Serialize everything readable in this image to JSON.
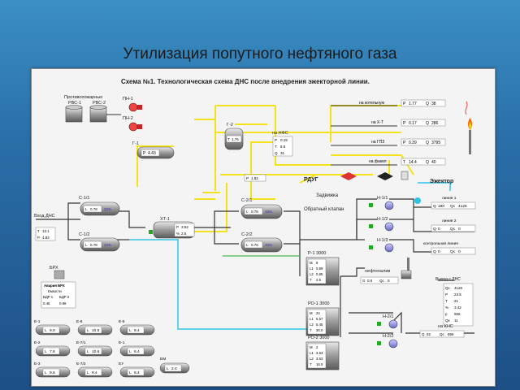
{
  "slide": {
    "title": "Утилизация попутного нефтяного газа"
  },
  "scheme": {
    "title": "Схема №1. Технологическая схема ДНС после внедрения эжекторной линии."
  },
  "tanks": {
    "rvs_label": "Противопожарные",
    "rvs1": "РВС-1",
    "rvs2": "РВС-2"
  },
  "pumps": {
    "pn1": "ПН-1",
    "pn2": "ПН-2"
  },
  "g1": {
    "label": "Г-1",
    "p_name": "P",
    "p": "4.43"
  },
  "g2": {
    "label": "Г-2",
    "t_name": "T",
    "t": "1,76"
  },
  "nfs": {
    "label": "на НФС",
    "rows": [
      [
        "P",
        "0.19"
      ],
      [
        "T",
        "8.8"
      ],
      [
        "Q",
        "31"
      ]
    ]
  },
  "outputs": [
    {
      "label": "на котельную",
      "p": "1.77",
      "q": "38"
    },
    {
      "label": "на Х-Т",
      "p": "0.17",
      "q": "286"
    },
    {
      "label": "на ГПЗ",
      "p": "0.39",
      "q": "3795"
    },
    {
      "label": "на факел",
      "t": "14.4",
      "q": "40"
    }
  ],
  "rdug": "РДУГ",
  "zadvizhka": "Задвижка",
  "obr_klapan": "Обратный клапан",
  "ejector": "Эжектор",
  "inlet": {
    "label": "Вход ДНС",
    "t": "13.1",
    "p": "4.82"
  },
  "c11": {
    "label": "С-1/1",
    "l": "0.78",
    "pct": "33%"
  },
  "c12": {
    "label": "С-1/2",
    "l": "0.78",
    "pct": "33%"
  },
  "xt1": {
    "label": "ХТ-1",
    "p": "3.52",
    "pct": "2.5"
  },
  "p_182": "1.82",
  "c21": {
    "label": "С-2/1",
    "l": "0.78",
    "pct": "33%"
  },
  "c22": {
    "label": "С-2/2",
    "l": "0.76",
    "pct": "33%"
  },
  "h11": "Н-1/1",
  "h12": "Н-1/2",
  "h13": "Н-1/3",
  "line1": {
    "label": "линия 1",
    "q": "180",
    "qc": "4126"
  },
  "line2": {
    "label": "линия 2",
    "q": "0",
    "qc": "0"
  },
  "control": {
    "label": "контрольная линия",
    "q": "0",
    "qc": "0"
  },
  "p1": {
    "label": "Р-1  3000",
    "rows": [
      [
        "M",
        "9"
      ],
      [
        "L1",
        "0.89"
      ],
      [
        "L2",
        "0.85"
      ],
      [
        "T",
        "2.5"
      ]
    ]
  },
  "neftealiv": {
    "label": "нефтеналив",
    "g": "0.0",
    "qc": "0"
  },
  "bpx": "БРХ",
  "alarm": {
    "title": "Авария БРХ",
    "sub": "Емкости",
    "cells": [
      "БДР 1",
      "БДР 2",
      "0.45",
      "0.96"
    ]
  },
  "exit": {
    "label": "Выход с ДНС",
    "rows": [
      [
        "Qс",
        "4126"
      ],
      [
        "P",
        "23.5"
      ],
      [
        "T",
        "21"
      ],
      [
        "%",
        "3.42"
      ],
      [
        "р",
        "956"
      ],
      [
        "Qк",
        "11"
      ]
    ]
  },
  "ro1": {
    "label": "РО-1  3000",
    "rows": [
      [
        "M",
        "24"
      ],
      [
        "L1",
        "5.57"
      ],
      [
        "L2",
        "5.45"
      ],
      [
        "T",
        "30.0"
      ]
    ]
  },
  "ro2": {
    "label": "РО-2  3000",
    "rows": [
      [
        "M",
        "2"
      ],
      [
        "L1",
        "3.53"
      ],
      [
        "L2",
        "3.53"
      ],
      [
        "T",
        "16.5"
      ]
    ]
  },
  "h21": "Н-2/1",
  "h22": "Н-2/2",
  "kns": {
    "label": "на КНС",
    "q": "52",
    "qc": "856"
  },
  "small_tanks": [
    {
      "label": "Е-1",
      "v": "9.0"
    },
    {
      "label": "Е-6",
      "v": "10.5"
    },
    {
      "label": "Е-5",
      "v": "8.4"
    },
    {
      "label": "Е-2",
      "v": "7.8"
    },
    {
      "label": "Е-7/1",
      "v": "10.6"
    },
    {
      "label": "Е-1",
      "v": "8.4"
    },
    {
      "label": "Е-3",
      "v": "9.6"
    },
    {
      "label": "Е-7/2",
      "v": "9.4"
    },
    {
      "label": "ЕУ",
      "v": "8.4"
    }
  ],
  "em": {
    "label": "ЕМ",
    "v": "2.0"
  }
}
